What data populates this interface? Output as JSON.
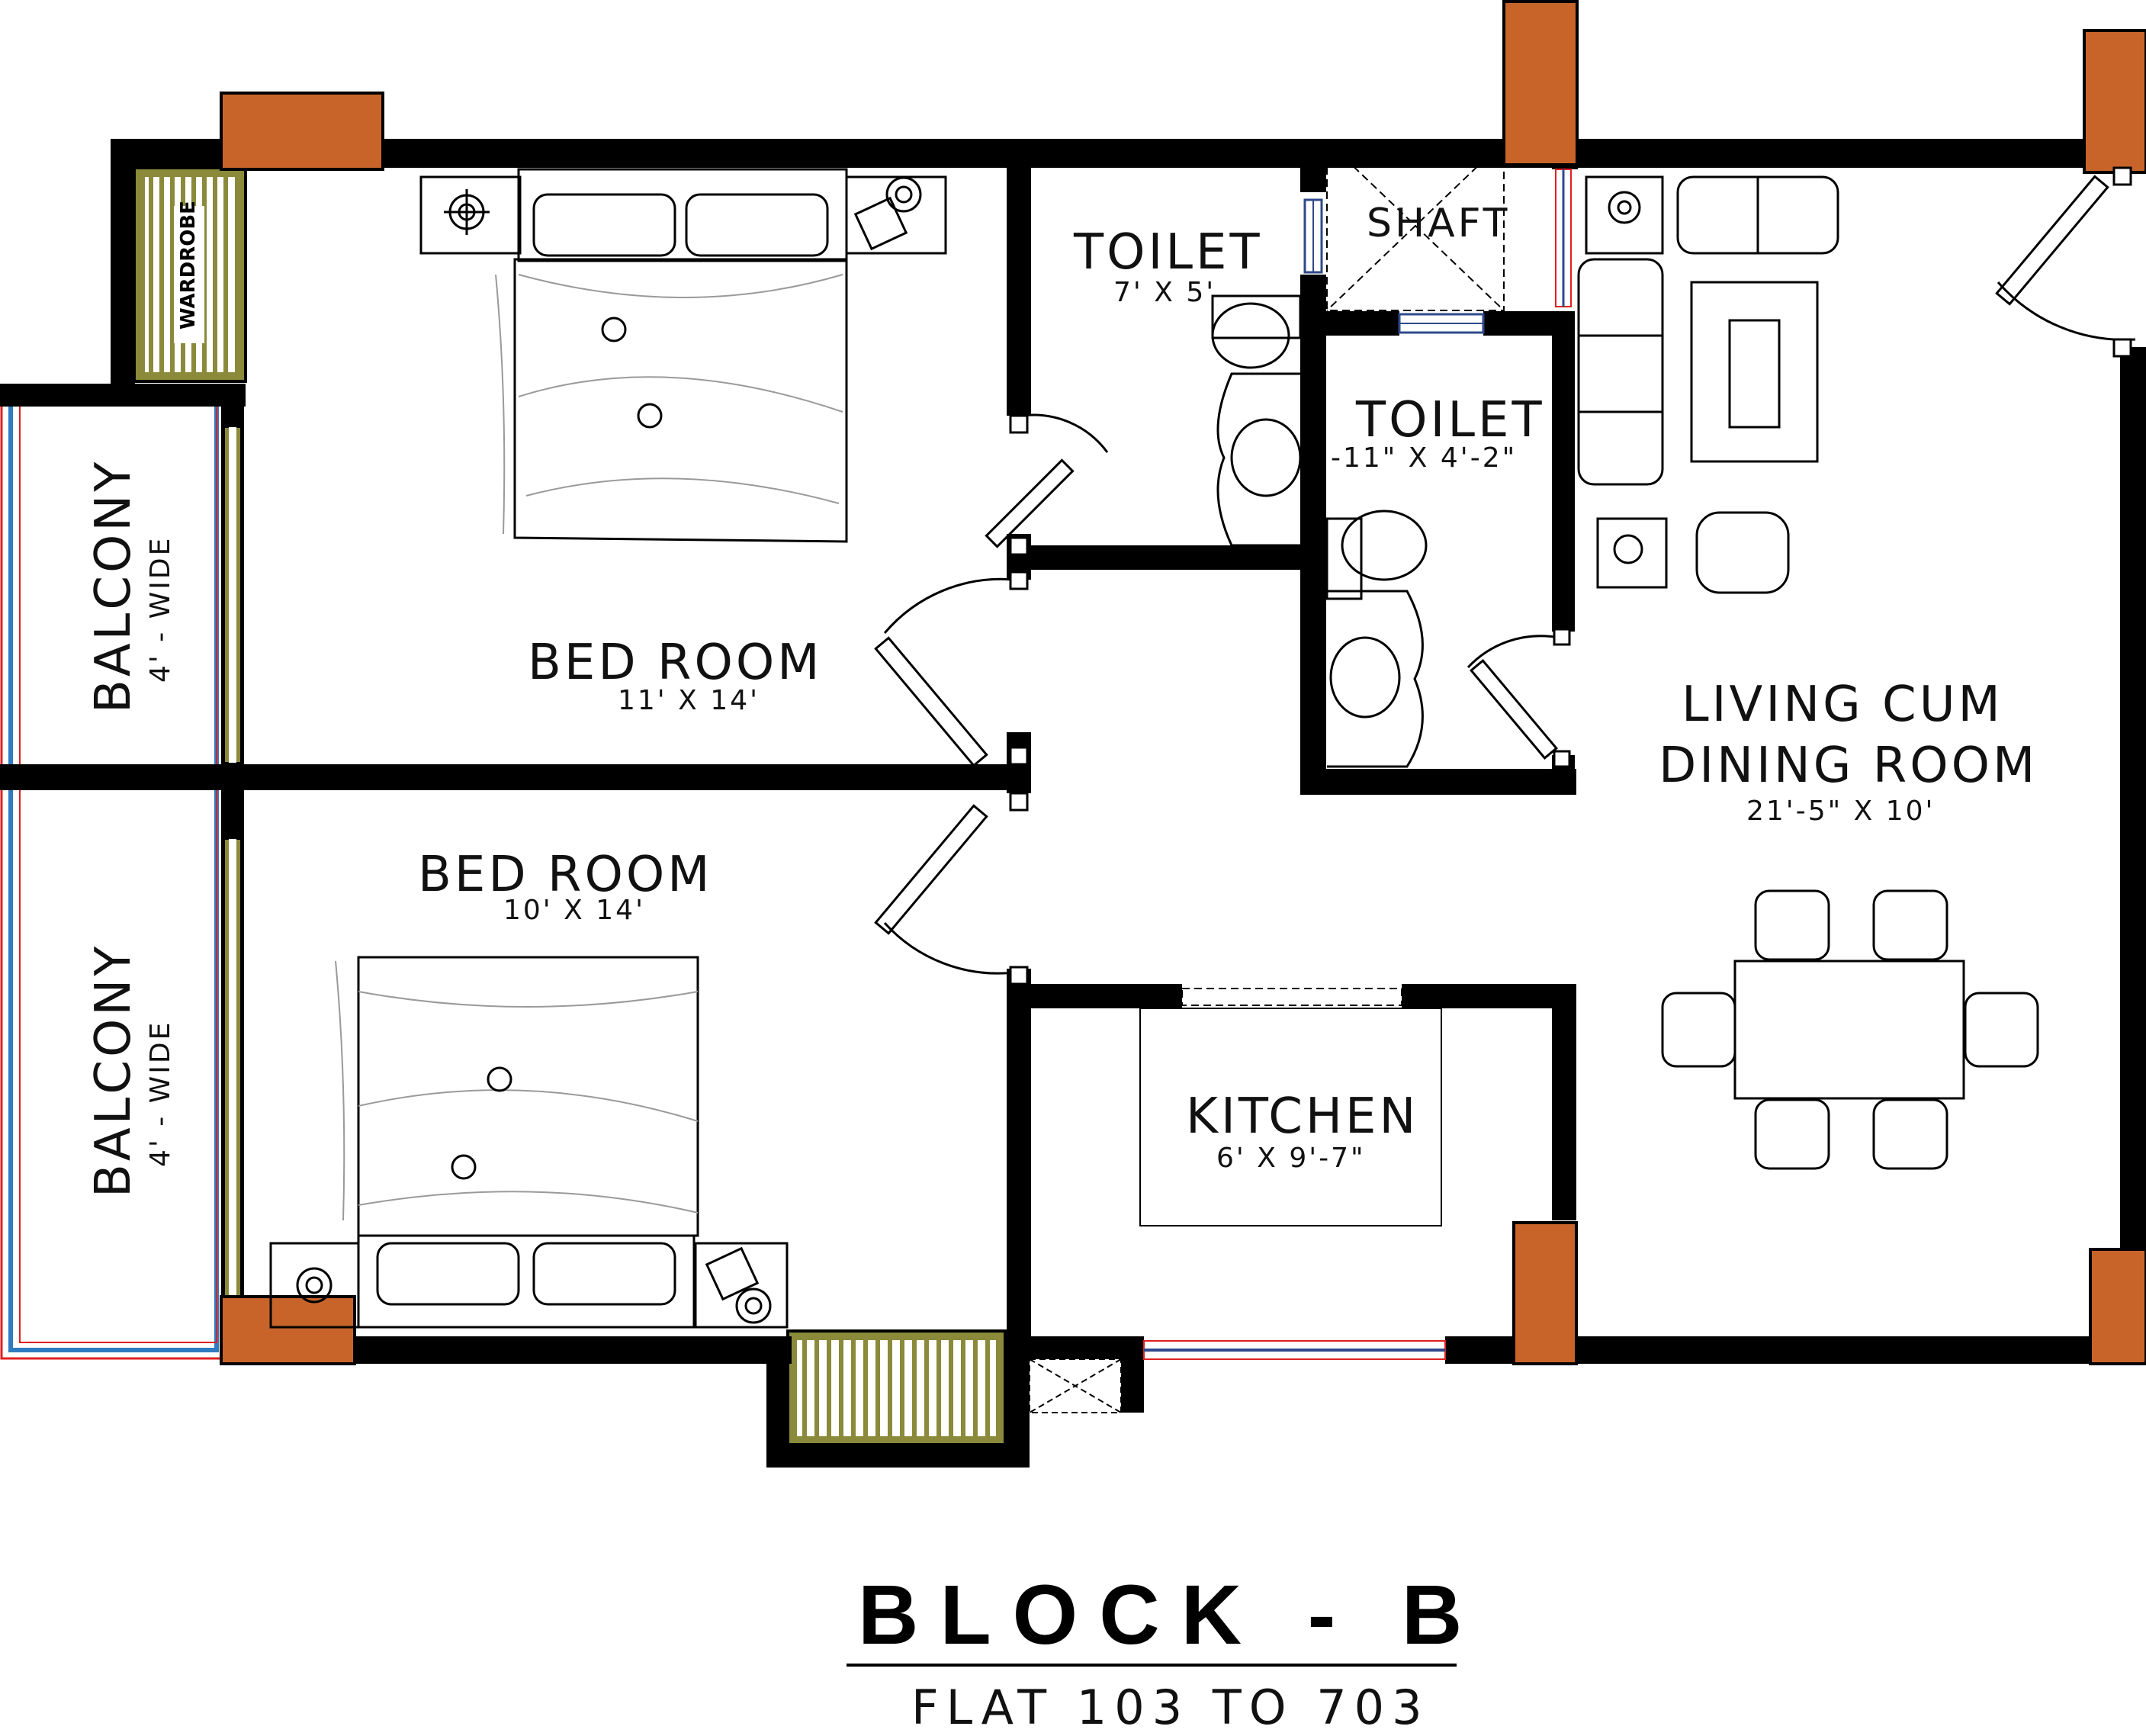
{
  "plan": {
    "rooms": {
      "wardrobe": {
        "label": "WARDROBE"
      },
      "balcony_top": {
        "label": "BALCONY",
        "dim": "4' - WIDE"
      },
      "balcony_bottom": {
        "label": "BALCONY",
        "dim": "4' - WIDE"
      },
      "bedroom_top": {
        "label": "BED ROOM",
        "dim": "11' X 14'"
      },
      "bedroom_bottom": {
        "label": "BED ROOM",
        "dim": "10' X 14'"
      },
      "toilet_top": {
        "label": "TOILET",
        "dim": "7' X 5'"
      },
      "toilet_small": {
        "label": "TOILET",
        "dim": "-11\" X 4'-2\""
      },
      "shaft": {
        "label": "SHAFT"
      },
      "kitchen": {
        "label": "KITCHEN",
        "dim": "6' X 9'-7\""
      },
      "living_line1": {
        "label": "LIVING CUM"
      },
      "living_line2": {
        "label": "DINING ROOM",
        "dim": "21'-5\" X 10'"
      }
    },
    "colors": {
      "wall": "#000000",
      "column": "#c8642a",
      "wardrobe": "#8a8a3a",
      "glazing_blue": "#2f7bc0",
      "glazing_red": "#e02020"
    }
  },
  "footer": {
    "title": "BLOCK - B",
    "subtitle": "FLAT 103 TO 703"
  }
}
